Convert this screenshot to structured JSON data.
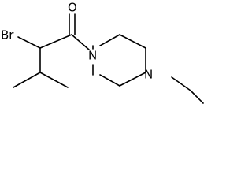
{
  "molecule": {
    "atoms": {
      "oxygen": "O",
      "bromine": "Br",
      "nitrogen_amide": "N",
      "nitrogen_amine": "N"
    },
    "colors": {
      "bond": "#000000",
      "label": "#000000",
      "background": "#ffffff"
    }
  }
}
